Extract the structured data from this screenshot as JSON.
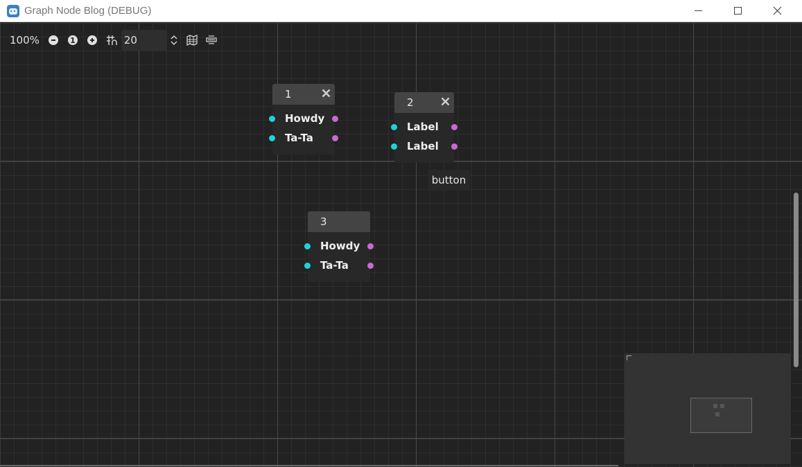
{
  "window": {
    "title": "Graph Node Blog (DEBUG)",
    "icon": "godot-icon"
  },
  "toolbar": {
    "zoom": "100%",
    "zoom_out_icon": "minus-icon",
    "zoom_reset_label": "1",
    "zoom_in_icon": "plus-icon",
    "snap_icon": "snap-grid-icon",
    "snap_value": "20",
    "minimap_icon": "minimap-icon",
    "arrange_icon": "arrange-nodes-icon"
  },
  "nodes": [
    {
      "title": "1",
      "closable": true,
      "slots": [
        "Howdy",
        "Ta-Ta"
      ]
    },
    {
      "title": "2",
      "closable": true,
      "slots": [
        "Label",
        "Label"
      ]
    },
    {
      "title": "3",
      "closable": false,
      "slots": [
        "Howdy",
        "Ta-Ta"
      ]
    }
  ],
  "floating_button": {
    "label": "button"
  },
  "colors": {
    "input_port": "#21d1d8",
    "output_port": "#c76bd1",
    "canvas": "#222222",
    "node_header": "#444444",
    "node_body": "#282828"
  }
}
